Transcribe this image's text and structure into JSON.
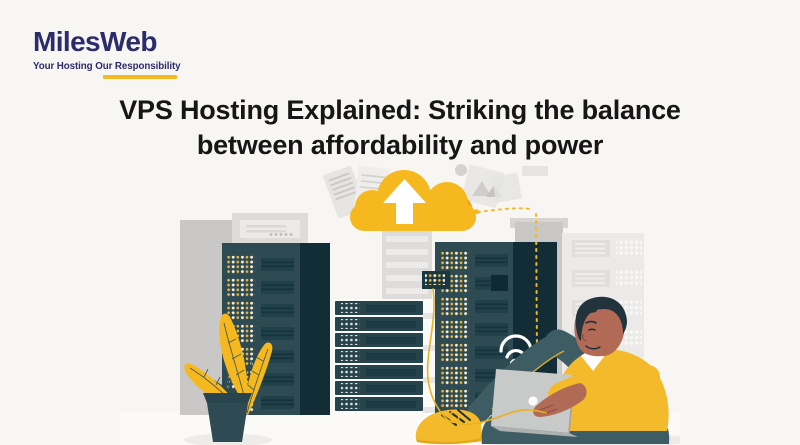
{
  "logo": {
    "text": "MilesWeb",
    "tagline": "Your Hosting Our Responsibility"
  },
  "hero": {
    "title_line1": "VPS Hosting Explained: Striking the balance",
    "title_line2": "between affordability and power"
  },
  "illustration": {
    "alt": "Person sitting on the floor using a laptop between dark server racks, gray city buildings, a plant, a wifi signal and a cloud with an upload arrow connected to a server by a dotted line",
    "icons": [
      "cloud-upload-icon",
      "upload-arrow-icon",
      "wifi-icon",
      "documents-icon",
      "image-placeholder-icon"
    ],
    "elements": [
      "server-rack-left",
      "server-rack-middle",
      "server-rack-right",
      "city-buildings",
      "potted-plant",
      "person-with-laptop",
      "dotted-connection-line",
      "network-cable"
    ]
  },
  "colors": {
    "background": "#f8f6f3",
    "brand_navy": "#2b2c6b",
    "accent_yellow": "#f5b81e",
    "title_ink": "#161616",
    "server_teal": "#2e4a52",
    "server_teal_dark": "#132d36",
    "pants_teal": "#3d5c64",
    "skin": "#b06a55",
    "building_gray": "#c9c8c6",
    "building_light": "#ebeae8"
  }
}
